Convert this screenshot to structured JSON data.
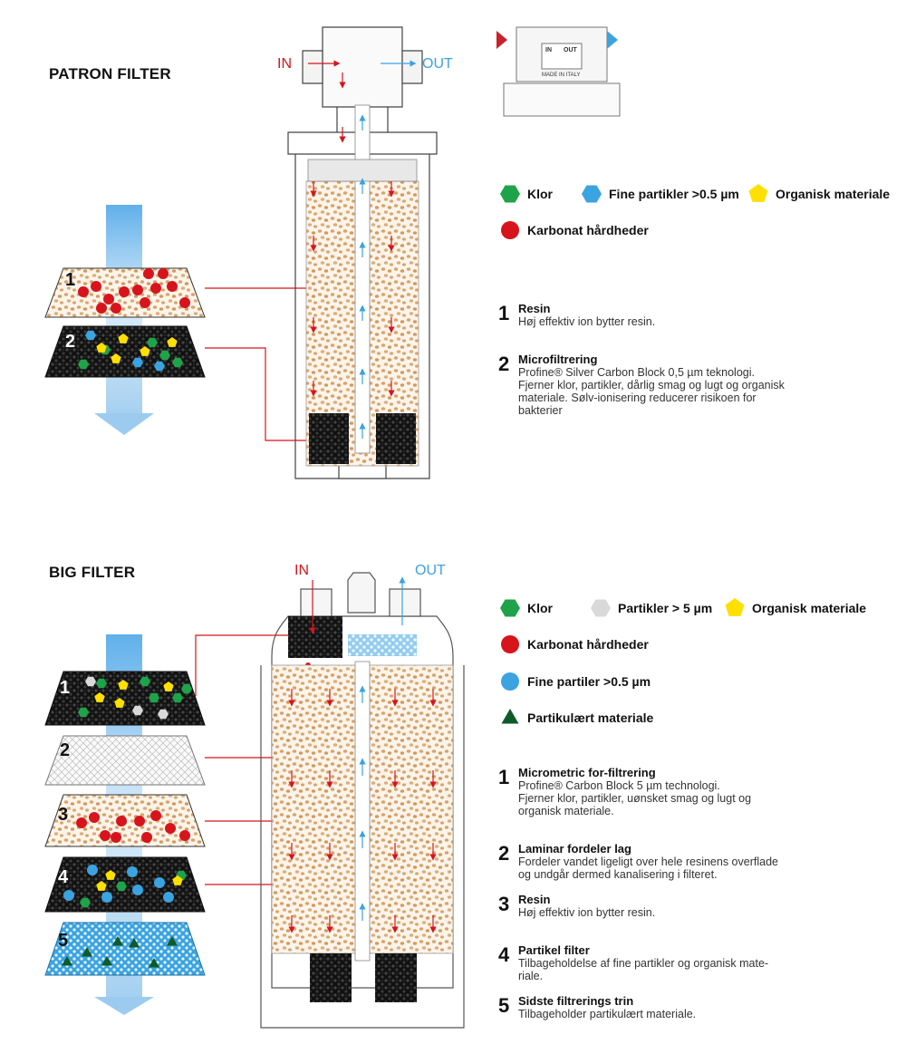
{
  "patron": {
    "title": "PATRON FILTER",
    "in_label": "IN",
    "out_label": "OUT",
    "head_in": "IN",
    "head_out": "OUT",
    "head_made": "MADE IN ITALY",
    "legend": [
      {
        "label": "Klor",
        "marker": "green-hexagon"
      },
      {
        "label": "Fine partikler >0.5 µm",
        "marker": "blue-hexagon"
      },
      {
        "label": "Organisk materiale",
        "marker": "yellow-pentagon"
      },
      {
        "label": "Karbonat hårdheder",
        "marker": "red-circle"
      }
    ],
    "layers": [
      "1",
      "2"
    ],
    "steps": [
      {
        "num": "1",
        "title": "Resin",
        "desc": [
          "Høj effektiv ion bytter resin."
        ]
      },
      {
        "num": "2",
        "title": "Microfiltrering",
        "desc": [
          "Profine® Silver Carbon Block 0,5 µm teknologi.",
          "Fjerner klor, partikler, dårlig smag og lugt og organisk",
          "materiale. Sølv-ionisering reducerer risikoen for",
          "bakterier"
        ]
      }
    ]
  },
  "big": {
    "title": "BIG FILTER",
    "in_label": "IN",
    "out_label": "OUT",
    "legend": [
      {
        "label": "Klor",
        "marker": "green-hexagon"
      },
      {
        "label": "Partikler > 5 µm",
        "marker": "grey-hexagon"
      },
      {
        "label": "Organisk materiale",
        "marker": "yellow-pentagon"
      },
      {
        "label": "Karbonat hårdheder",
        "marker": "red-circle"
      },
      {
        "label": "Fine partiler >0.5 µm",
        "marker": "blue-circle"
      },
      {
        "label": "Partikulært materiale",
        "marker": "green-triangle"
      }
    ],
    "layers": [
      "1",
      "2",
      "3",
      "4",
      "5"
    ],
    "steps": [
      {
        "num": "1",
        "title": "Micrometric for-filtrering",
        "desc": [
          "Profine® Carbon Block 5 µm technologi.",
          "Fjerner klor, partikler, uønsket smag og lugt og",
          "organisk materiale."
        ]
      },
      {
        "num": "2",
        "title": "Laminar fordeler lag",
        "desc": [
          "Fordeler vandet ligeligt over hele resinens overflade",
          "og undgår dermed kanalisering i filteret."
        ]
      },
      {
        "num": "3",
        "title": "Resin",
        "desc": [
          "Høj effektiv ion bytter resin."
        ]
      },
      {
        "num": "4",
        "title": "Partikel filter",
        "desc": [
          "Tilbageholdelse af fine partikler og organisk mate-",
          "riale."
        ]
      },
      {
        "num": "5",
        "title": "Sidste filtrerings trin",
        "desc": [
          "Tilbageholder partikulært materiale."
        ]
      }
    ]
  },
  "colors": {
    "red": "#d7141c",
    "blue": "#3aa3e0",
    "green": "#1fa34a",
    "yellow": "#ffe000",
    "grey": "#d9d9d9",
    "dark_green": "#0e5a2a",
    "resin": "#d9a36a",
    "arrow_blue": "#bcdcf5"
  }
}
